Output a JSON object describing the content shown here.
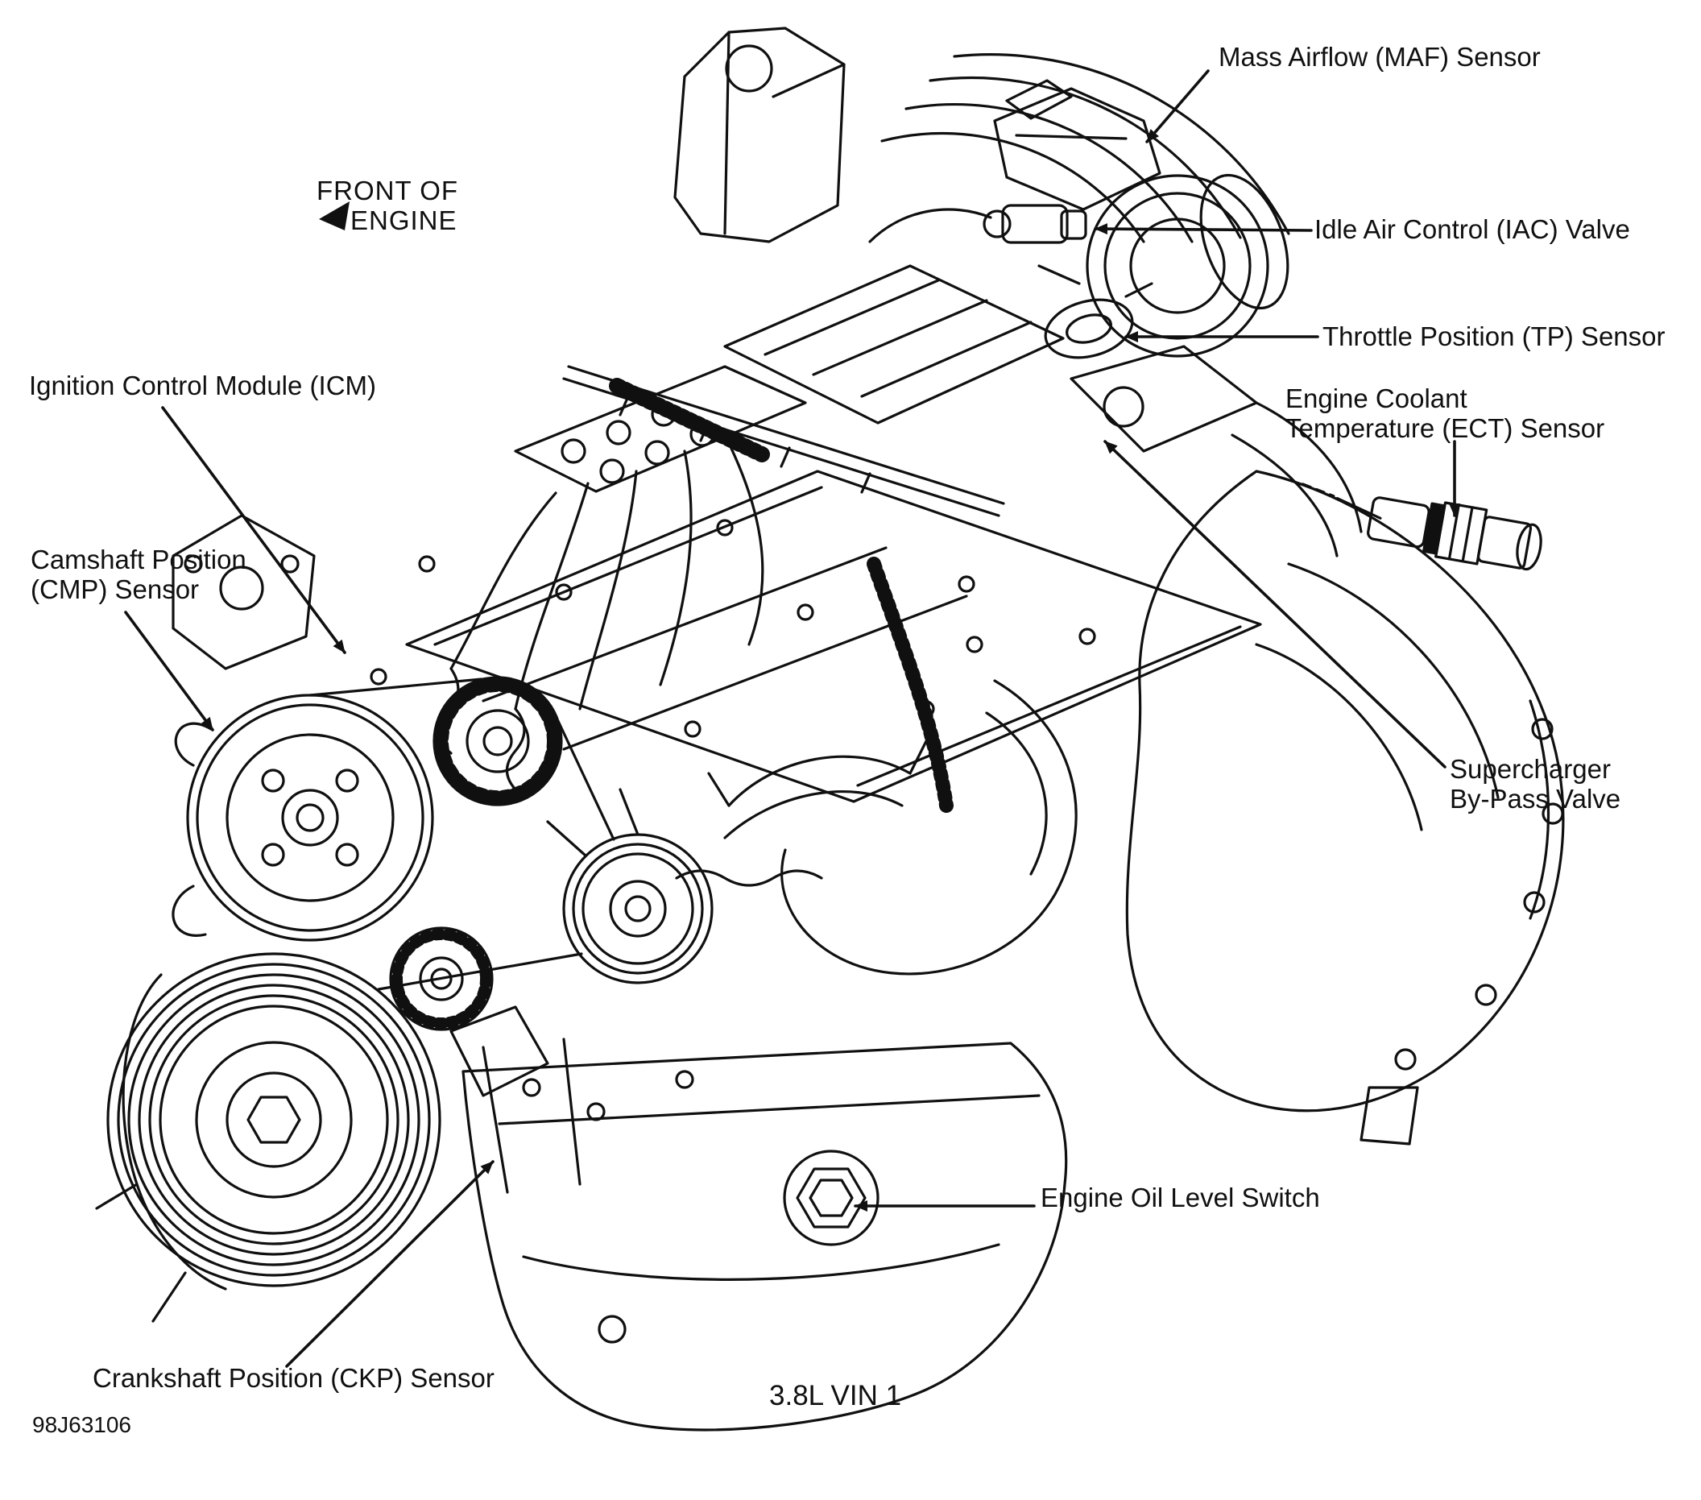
{
  "figure": {
    "caption": "3.8L VIN 1",
    "figure_code": "98J63106",
    "orientation_note": {
      "line1": "FRONT OF",
      "line2": "ENGINE"
    }
  },
  "callouts": {
    "maf": {
      "label": "Mass Airflow (MAF) Sensor"
    },
    "iac": {
      "label": "Idle Air Control (IAC) Valve"
    },
    "tp": {
      "label": "Throttle Position (TP) Sensor"
    },
    "ect": {
      "line1": "Engine Coolant",
      "line2": "Temperature (ECT) Sensor"
    },
    "icm": {
      "label": "Ignition Control Module (ICM)"
    },
    "cmp": {
      "line1": "Camshaft Position",
      "line2": "(CMP) Sensor"
    },
    "supercharger": {
      "line1": "Supercharger",
      "line2": "By-Pass Valve"
    },
    "oil": {
      "label": "Engine Oil Level Switch"
    },
    "ckp": {
      "label": "Crankshaft Position (CKP) Sensor"
    }
  },
  "icons": {
    "front_arrow": "solid-arrow-pointing-down-left"
  },
  "colors": {
    "ink": "#101010",
    "background": "#ffffff"
  }
}
